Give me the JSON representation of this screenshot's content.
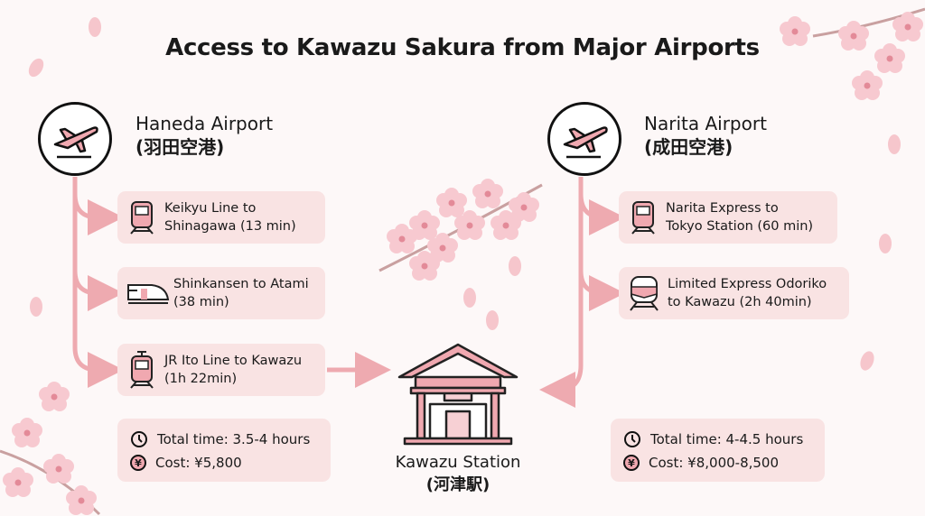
{
  "title": "Access to Kawazu Sakura from Major Airports",
  "colors": {
    "accent": "#eeaab0",
    "box": "#f9e3e3",
    "background": "#fdf8f8"
  },
  "haneda": {
    "name": "Haneda Airport",
    "name_jp": "(羽田空港)",
    "icon": "airplane-icon",
    "steps": [
      {
        "icon": "train-icon",
        "line1": "Keikyu Line to",
        "line2": "Shinagawa (13 min)"
      },
      {
        "icon": "shinkansen-icon",
        "line1": "Shinkansen to Atami",
        "line2": "(38 min)"
      },
      {
        "icon": "tram-icon",
        "line1": "JR Ito Line to Kawazu",
        "line2": "(1h 22min)"
      }
    ],
    "total_time": "Total time: 3.5-4 hours",
    "cost": "Cost: ¥5,800"
  },
  "narita": {
    "name": "Narita Airport",
    "name_jp": "(成田空港)",
    "icon": "airplane-icon",
    "steps": [
      {
        "icon": "train-icon",
        "line1": "Narita Express to",
        "line2": "Tokyo Station (60 min)"
      },
      {
        "icon": "express-train-icon",
        "line1": "Limited Express Odoriko",
        "line2": "to Kawazu (2h 40min)"
      }
    ],
    "total_time": "Total time: 4-4.5 hours",
    "cost": "Cost: ¥8,000-8,500"
  },
  "destination": {
    "name": "Kawazu Station",
    "name_jp": "(河津駅)"
  },
  "yen_symbol": "¥"
}
